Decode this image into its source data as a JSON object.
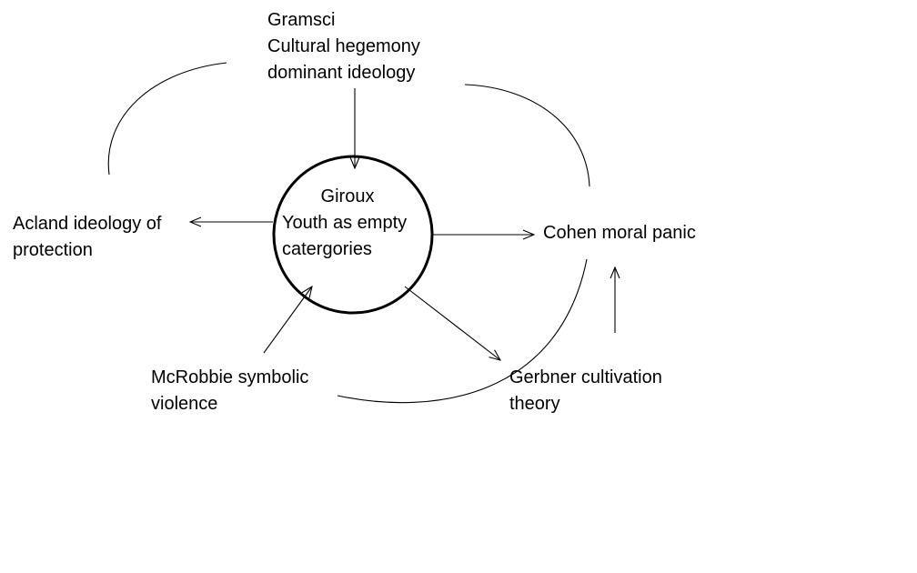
{
  "nodes": {
    "gramsci": {
      "lines": [
        "Gramsci",
        "Cultural hegemony",
        "dominant ideology"
      ]
    },
    "giroux": {
      "lines": [
        "Giroux",
        "Youth as empty",
        "catergories"
      ]
    },
    "acland": {
      "lines": [
        "Acland ideology of",
        "protection"
      ]
    },
    "cohen": {
      "lines": [
        "Cohen moral panic"
      ]
    },
    "mcrobbie": {
      "lines": [
        "McRobbie symbolic",
        "violence"
      ]
    },
    "gerbner": {
      "lines": [
        "Gerbner cultivation",
        "theory"
      ]
    }
  }
}
